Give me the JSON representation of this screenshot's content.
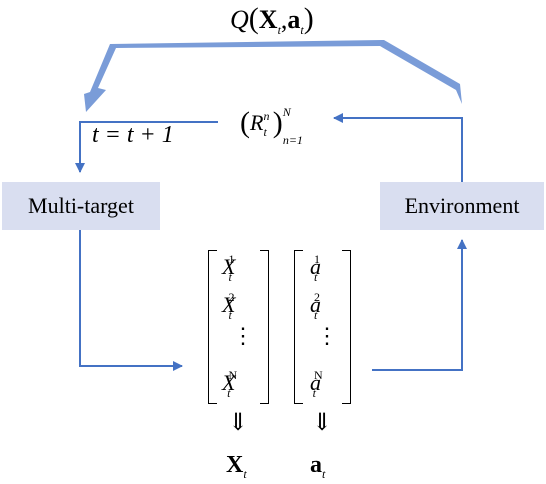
{
  "diagram": {
    "nodes": {
      "multi_target": "Multi-target",
      "environment": "Environment"
    },
    "q_label": {
      "func": "Q",
      "x": "X",
      "x_sub": "t",
      "comma": ",",
      "a": "a",
      "a_sub": "t"
    },
    "reward_label": {
      "r": "R",
      "r_sup": "n",
      "r_sub": "t",
      "outer_sup": "N",
      "outer_sub": "n=1"
    },
    "time_update": "t = t + 1",
    "state_column": {
      "symbol": "X",
      "sub": "t",
      "rows": [
        "1",
        "2",
        "N"
      ],
      "ellipsis": "⋮"
    },
    "action_column": {
      "symbol": "a",
      "sub": "t",
      "rows": [
        "1",
        "2",
        "N"
      ],
      "ellipsis": "⋮"
    },
    "implies": "⇓",
    "outputs": {
      "state": "X",
      "state_sub": "t",
      "action": "a",
      "action_sub": "t"
    },
    "colors": {
      "box_fill": "#d9def0",
      "arrow_blue": "#4472c4",
      "q_arrow_blue": "#7a9cd8"
    }
  }
}
